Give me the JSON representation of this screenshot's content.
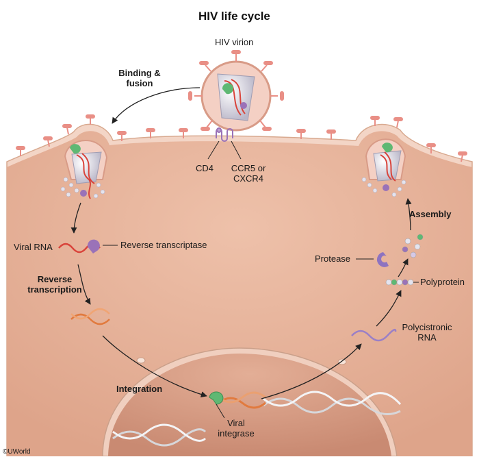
{
  "title": "HIV life cycle",
  "labels": {
    "virion": "HIV virion",
    "binding": [
      "Binding &",
      "fusion"
    ],
    "cd4": "CD4",
    "coreceptor": [
      "CCR5 or",
      "CXCR4"
    ],
    "viral_rna": "Viral RNA",
    "reverse_transcriptase": "Reverse transcriptase",
    "reverse_transcription": [
      "Reverse",
      "transcription"
    ],
    "integration": "Integration",
    "viral_integrase": [
      "Viral",
      "integrase"
    ],
    "polycistronic_rna": [
      "Polycistronic",
      "RNA"
    ],
    "polyprotein": "Polyprotein",
    "protease": "Protease",
    "assembly": "Assembly"
  },
  "copyright": "©UWorld",
  "colors": {
    "cytoplasm": "#e7b49c",
    "membrane": "#f3d5c6",
    "nucleus": "#d79e86",
    "receptor": "#e98f86",
    "viral_rna": "#d9443b",
    "cdna": "#e17a3e",
    "capsid_purple": "#9a72b8",
    "integrase_green": "#5fb873",
    "host_dna": "#e8e8ea"
  }
}
